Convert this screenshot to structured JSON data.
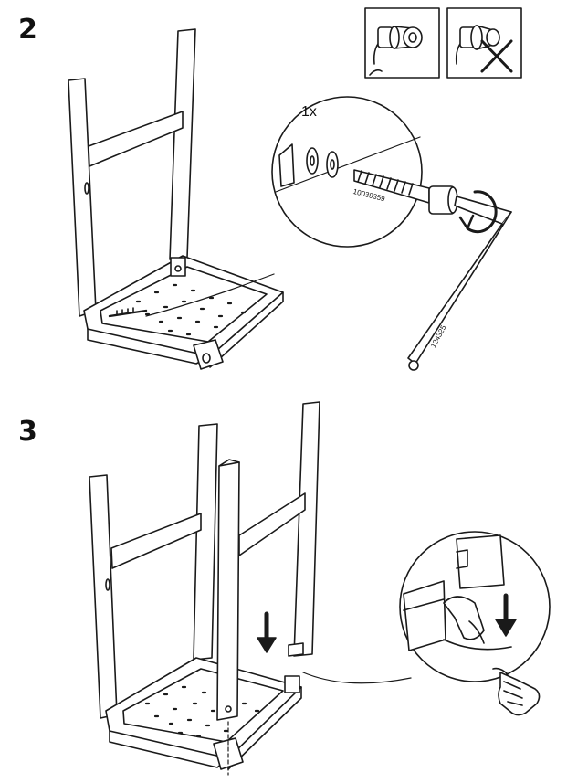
{
  "steps": [
    {
      "number": "2",
      "quantity_label": "1x",
      "bolt_part_number": "10039359",
      "allen_key_part_number": "124325"
    },
    {
      "number": "3"
    }
  ],
  "icons": {
    "correct_fitting": "washer-nut-correct-icon",
    "incorrect_fitting": "washer-nut-incorrect-icon",
    "rotate": "rotate-arrow-icon",
    "press_down": "down-arrow-icon",
    "hand": "pointing-hand-icon"
  },
  "colors": {
    "line": "#1a1a1a",
    "fill": "#ffffff",
    "cross": "#1a1a1a"
  }
}
